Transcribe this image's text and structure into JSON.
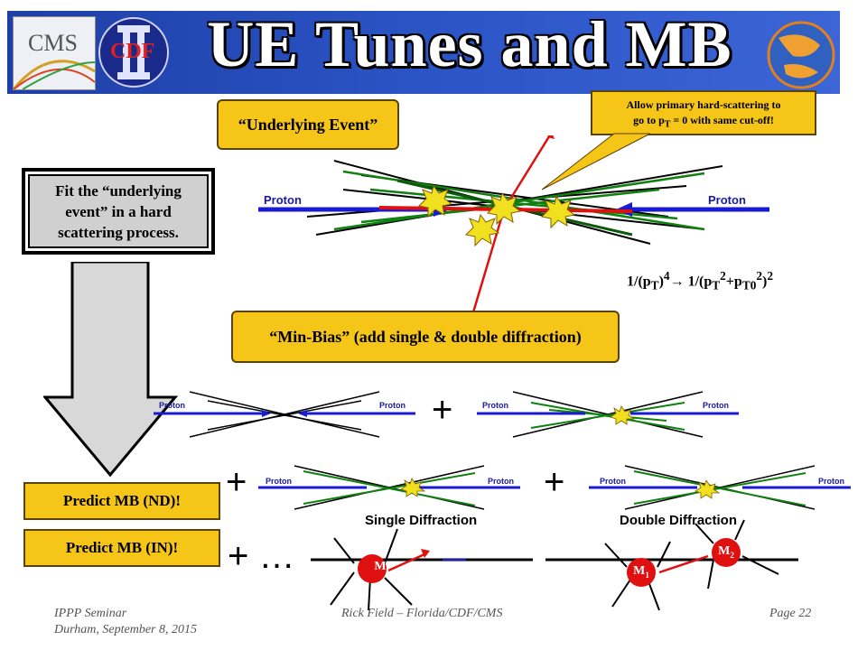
{
  "header": {
    "title": "UE Tunes and MB",
    "cms_logo_text": "CMS",
    "cdf_logo_text": "CDF"
  },
  "callouts": {
    "underlying_event": "“Underlying Event”",
    "allow_primary_line1": "Allow primary hard-scattering to",
    "allow_primary_line2_pre": "go to p",
    "allow_primary_line2_sub": "T",
    "allow_primary_line2_post": " = 0 with same cut-off!",
    "min_bias": "“Min-Bias” (add single & double diffraction)"
  },
  "left_panel": {
    "fit_text": "Fit the “underlying event” in a hard scattering process.",
    "predict_nd": "Predict MB (ND)!",
    "predict_in": "Predict MB (IN)!"
  },
  "formula": {
    "text": "1/(pT)4→ 1/(pT2+pT02)2"
  },
  "diagram": {
    "proton_left": "Proton",
    "proton_right": "Proton",
    "small_proton": "Proton",
    "single_diffraction": "Single Diffraction",
    "double_diffraction": "Double Diffraction",
    "m_label": "M",
    "m1_label": "M1",
    "m2_label": "M2",
    "plus": "+",
    "plus_dots": "+ …"
  },
  "footer": {
    "left_line1": "IPPP Seminar",
    "left_line2": "Durham, September 8, 2015",
    "center": "Rick Field – Florida/CDF/CMS",
    "right": "Page 22"
  },
  "colors": {
    "title_bar": "#2c56c8",
    "gold": "#f5c518",
    "proton_blue": "#1a1ad0",
    "hard_red": "#e01010",
    "ue_green": "#108010"
  }
}
